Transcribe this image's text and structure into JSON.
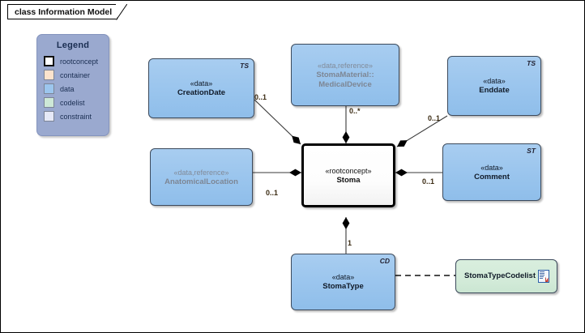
{
  "frame": {
    "label": "class Information Model"
  },
  "legend": {
    "title": "Legend",
    "items": [
      {
        "label": "rootconcept",
        "color": "#ffffff",
        "border": "#111111",
        "border_width": "2px"
      },
      {
        "label": "container",
        "color": "#fbe3cd",
        "border": "#7d8596",
        "border_width": "1px"
      },
      {
        "label": "data",
        "color": "#9cc6ee",
        "border": "#7d8596",
        "border_width": "1px"
      },
      {
        "label": "codelist",
        "color": "#cde8d7",
        "border": "#7d8596",
        "border_width": "1px"
      },
      {
        "label": "constraint",
        "color": "#e6e9f7",
        "border": "#7d8596",
        "border_width": "1px"
      }
    ]
  },
  "classes": {
    "creationdate": {
      "stereotype": "«data»",
      "name": "CreationDate",
      "corner": "TS"
    },
    "medicaldevice": {
      "stereotype": "«data,reference»",
      "name_line1": "StomaMaterial::",
      "name_line2": "MedicalDevice",
      "corner": ""
    },
    "enddate": {
      "stereotype": "«data»",
      "name": "Enddate",
      "corner": "TS"
    },
    "anatomicallocation": {
      "stereotype": "«data,reference»",
      "name": "AnatomicalLocation",
      "corner": ""
    },
    "stoma": {
      "stereotype": "«rootconcept»",
      "name": "Stoma",
      "corner": ""
    },
    "comment": {
      "stereotype": "«data»",
      "name": "Comment",
      "corner": "ST"
    },
    "stomatype": {
      "stereotype": "«data»",
      "name": "StomaType",
      "corner": "CD"
    },
    "stomatypecodelist": {
      "name": "StomaTypeCodelist",
      "icon": "document-icon"
    }
  },
  "multiplicities": {
    "creationdate_to_stoma": "0..1",
    "medicaldevice_to_stoma": "0..*",
    "enddate_to_stoma": "0..1",
    "anatomicallocation_to_stoma": "0..1",
    "comment_to_stoma": "0..1",
    "stomatype_to_stoma": "1"
  },
  "colors": {
    "data_fill": "#9cc6ee",
    "codelist_fill": "#cde8d7",
    "rootconcept_fill": "#ffffff",
    "legend_fill": "#9aa9cf",
    "line": "#000000",
    "multiplicity_text": "#3a2a12"
  }
}
